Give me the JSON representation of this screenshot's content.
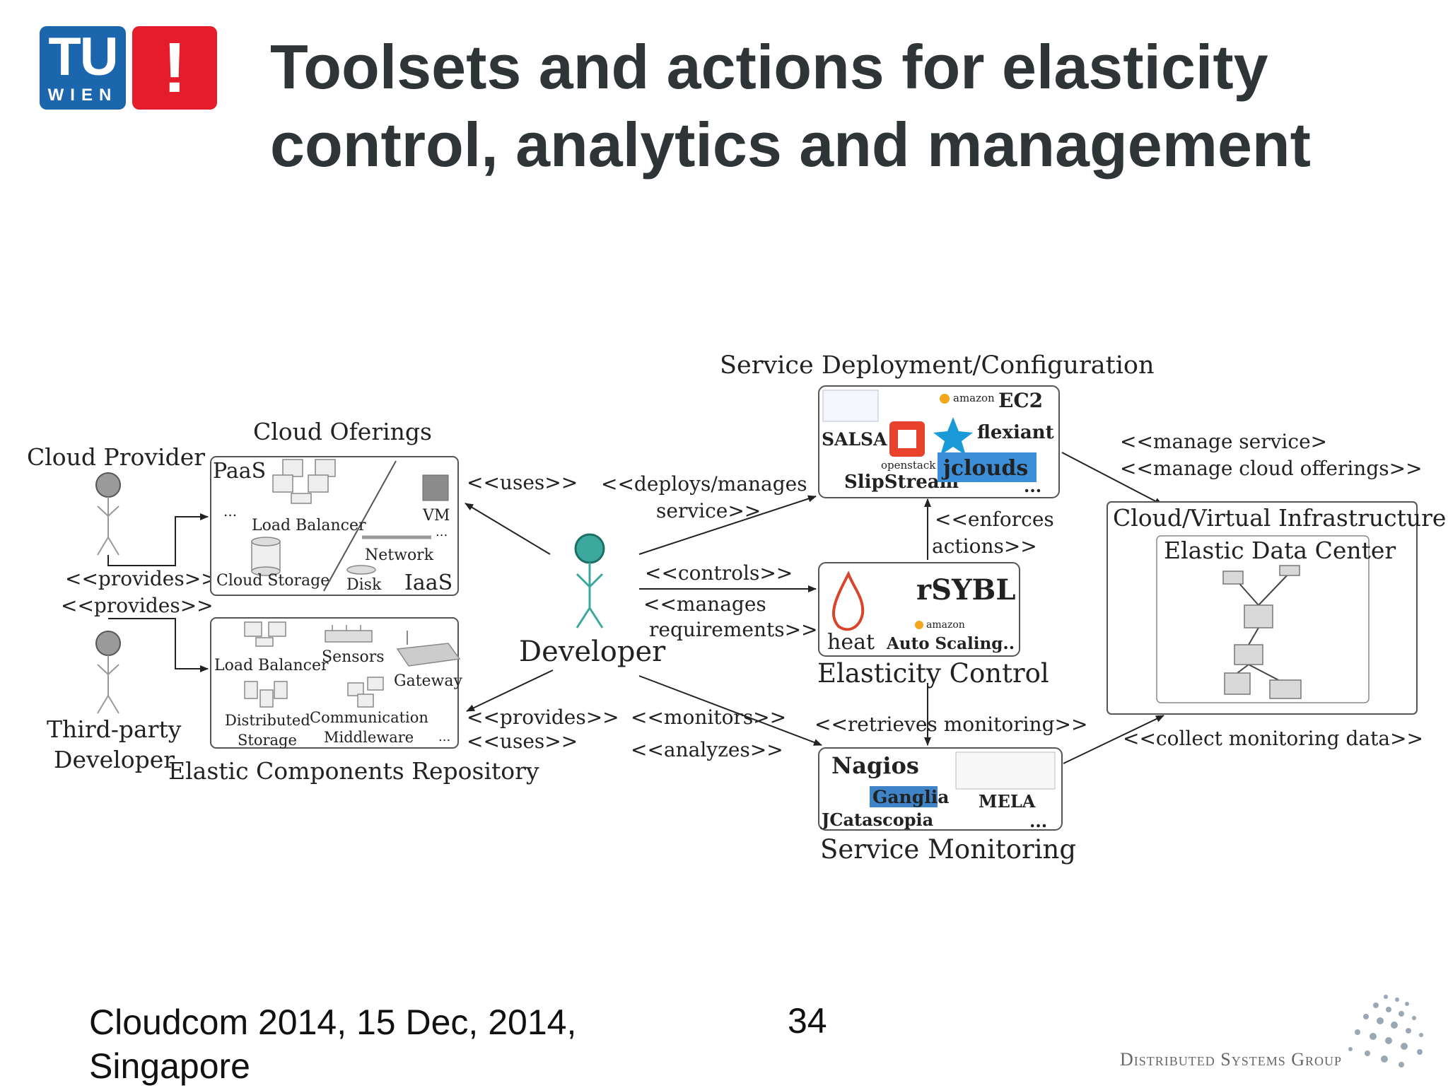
{
  "slide": {
    "title_line1": "Toolsets and actions for elasticity",
    "title_line2": "control, analytics and management",
    "logo_tu": "TU",
    "logo_wien": "WIEN",
    "logo_exclaim": "!",
    "footer_line1": "Cloudcom 2014, 15 Dec, 2014,",
    "footer_line2": "Singapore",
    "page_number": "34",
    "group_name": "Distributed Systems Group"
  },
  "diagram": {
    "actors": {
      "cloud_provider": "Cloud Provider",
      "third_party_1": "Third-party",
      "third_party_2": "Developer",
      "developer": "Developer"
    },
    "cloud_offerings": {
      "title": "Cloud Oferings",
      "paas": "PaaS",
      "iaas": "IaaS",
      "ellipsis": "...",
      "load_balancer": "Load Balancer",
      "cloud_storage": "Cloud Storage",
      "vm": "VM",
      "network": "Network",
      "disk": "Disk"
    },
    "repository": {
      "title": "Elastic Components Repository",
      "load_balancer": "Load Balancer",
      "sensors": "Sensors",
      "gateway": "Gateway",
      "distributed_1": "Distributed",
      "distributed_2": "Storage",
      "communication_1": "Communication",
      "communication_2": "Middleware",
      "ellipsis": "..."
    },
    "deployment": {
      "title": "Service Deployment/Configuration",
      "salsa": "SALSA",
      "amazon": "amazon",
      "ec2": "EC2",
      "flexiant": "flexiant",
      "openstack": "openstack",
      "slipstream": "SlipStream",
      "jclouds": "jclouds",
      "ellipsis": "..."
    },
    "elasticity": {
      "title": "Elasticity Control",
      "heat": "heat",
      "rsybl": "rSYBL",
      "amazon": "amazon",
      "auto_scaling": "Auto Scaling",
      "ellipsis": "..."
    },
    "monitoring": {
      "title": "Service  Monitoring",
      "nagios": "Nagios",
      "ganglia": "Ganglia",
      "mela": "MELA",
      "jcatascopia": "JCatascopia",
      "ellipsis": "..."
    },
    "infrastructure": {
      "title": "Cloud/Virtual Infrastructure",
      "inner": "Elastic Data Center"
    },
    "relations": {
      "provides_1": "<<provides>>",
      "provides_2": "<<provides>>",
      "uses_top": "<<uses>>",
      "deploys_1": "<<deploys/manages",
      "deploys_2": "service>>",
      "controls": "<<controls>>",
      "manages_req_1": "<<manages",
      "manages_req_2": "requirements>>",
      "provides_bottom": "<<provides>>",
      "uses_bottom": "<<uses>>",
      "monitors": "<<monitors>>",
      "analyzes": "<<analyzes>>",
      "enforces_1": "<<enforces",
      "enforces_2": "actions>>",
      "retrieves": "<<retrieves monitoring>>",
      "manage_service": "<<manage service>",
      "manage_offerings": "<<manage cloud offerings>>",
      "collect": "<<collect monitoring data>>"
    }
  }
}
